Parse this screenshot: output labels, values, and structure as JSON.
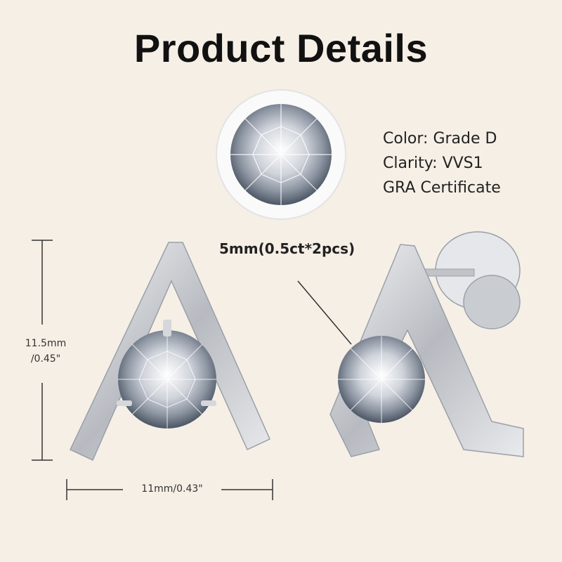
{
  "title": "Product Details",
  "specs": {
    "color": "Color: Grade D",
    "clarity": "Clarity: VVS1",
    "certificate": "GRA Certificate"
  },
  "stone_size": "5mm(0.5ct*2pcs)",
  "dimensions": {
    "height_line1": "11.5mm",
    "height_line2": "/0.45\"",
    "width": "11mm/0.43\""
  },
  "colors": {
    "background": "#f6efe6",
    "metal": "#d9dadd",
    "dim_line": "#333333"
  }
}
